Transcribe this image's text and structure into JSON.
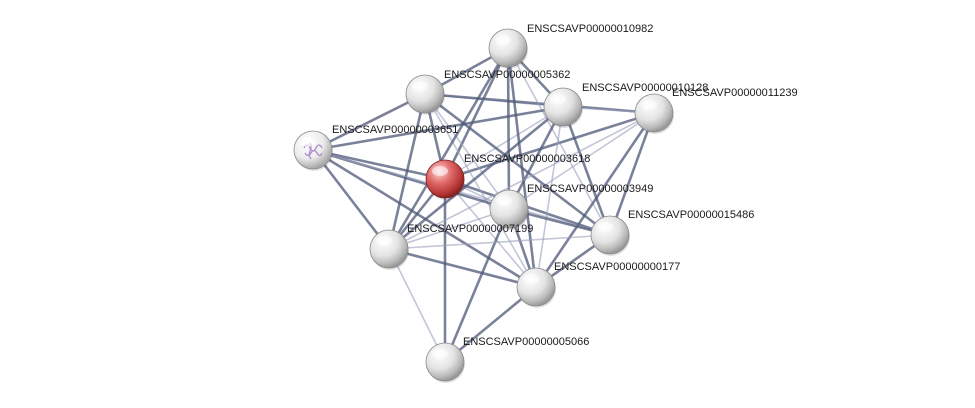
{
  "network": {
    "nodes": [
      {
        "id": "n10982",
        "label": "ENSCSAVP00000010982",
        "style": "plain"
      },
      {
        "id": "n5362",
        "label": "ENSCSAVP00000005362",
        "style": "plain"
      },
      {
        "id": "n10128",
        "label": "ENSCSAVP00000010128",
        "style": "plain"
      },
      {
        "id": "n11239",
        "label": "ENSCSAVP00000011239",
        "style": "plain"
      },
      {
        "id": "n3651",
        "label": "ENSCSAVP00000003651",
        "style": "structure"
      },
      {
        "id": "n3618",
        "label": "ENSCSAVP00000003618",
        "style": "query"
      },
      {
        "id": "n3949",
        "label": "ENSCSAVP00000003949",
        "style": "plain"
      },
      {
        "id": "n15486",
        "label": "ENSCSAVP00000015486",
        "style": "plain"
      },
      {
        "id": "n7199",
        "label": "ENSCSAVP00000007199",
        "style": "plain"
      },
      {
        "id": "n177",
        "label": "ENSCSAVP00000000177",
        "style": "plain"
      },
      {
        "id": "n5066",
        "label": "ENSCSAVP00000005066",
        "style": "plain"
      }
    ],
    "edges": [
      [
        "n3618",
        "n5362"
      ],
      [
        "n3618",
        "n10982"
      ],
      [
        "n3618",
        "n10128"
      ],
      [
        "n3618",
        "n11239"
      ],
      [
        "n3618",
        "n3651"
      ],
      [
        "n3618",
        "n3949"
      ],
      [
        "n3618",
        "n15486"
      ],
      [
        "n3618",
        "n7199"
      ],
      [
        "n3618",
        "n177"
      ],
      [
        "n3618",
        "n5066"
      ],
      [
        "n5362",
        "n10982"
      ],
      [
        "n5362",
        "n10128"
      ],
      [
        "n5362",
        "n11239"
      ],
      [
        "n5362",
        "n3651"
      ],
      [
        "n5362",
        "n3949"
      ],
      [
        "n5362",
        "n15486"
      ],
      [
        "n5362",
        "n7199"
      ],
      [
        "n5362",
        "n177"
      ],
      [
        "n10982",
        "n10128"
      ],
      [
        "n10982",
        "n3949"
      ],
      [
        "n10982",
        "n15486"
      ],
      [
        "n10982",
        "n177"
      ],
      [
        "n10982",
        "n7199"
      ],
      [
        "n10128",
        "n11239"
      ],
      [
        "n10128",
        "n3949"
      ],
      [
        "n10128",
        "n15486"
      ],
      [
        "n10128",
        "n177"
      ],
      [
        "n10128",
        "n7199"
      ],
      [
        "n10128",
        "n3651"
      ],
      [
        "n11239",
        "n3949"
      ],
      [
        "n11239",
        "n15486"
      ],
      [
        "n11239",
        "n177"
      ],
      [
        "n11239",
        "n7199"
      ],
      [
        "n3651",
        "n7199"
      ],
      [
        "n3651",
        "n3949"
      ],
      [
        "n3651",
        "n15486"
      ],
      [
        "n3651",
        "n177"
      ],
      [
        "n3949",
        "n15486"
      ],
      [
        "n3949",
        "n7199"
      ],
      [
        "n3949",
        "n177"
      ],
      [
        "n3949",
        "n5066"
      ],
      [
        "n15486",
        "n7199"
      ],
      [
        "n15486",
        "n177"
      ],
      [
        "n7199",
        "n177"
      ],
      [
        "n7199",
        "n5066"
      ],
      [
        "n177",
        "n5066"
      ]
    ]
  }
}
